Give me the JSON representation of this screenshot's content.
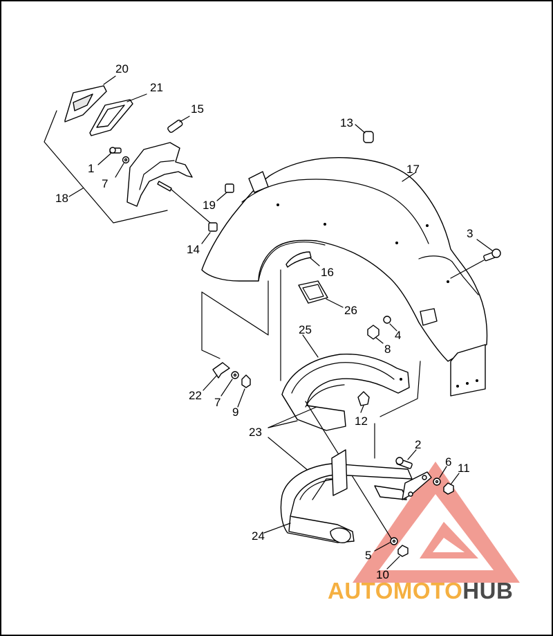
{
  "callouts": [
    {
      "id": "c1",
      "text": "1"
    },
    {
      "id": "c2",
      "text": "2"
    },
    {
      "id": "c3",
      "text": "3"
    },
    {
      "id": "c4",
      "text": "4"
    },
    {
      "id": "c5",
      "text": "5"
    },
    {
      "id": "c6",
      "text": "6"
    },
    {
      "id": "c7a",
      "text": "7"
    },
    {
      "id": "c7b",
      "text": "7"
    },
    {
      "id": "c8",
      "text": "8"
    },
    {
      "id": "c9",
      "text": "9"
    },
    {
      "id": "c10",
      "text": "10"
    },
    {
      "id": "c11",
      "text": "11"
    },
    {
      "id": "c12",
      "text": "12"
    },
    {
      "id": "c13",
      "text": "13"
    },
    {
      "id": "c14",
      "text": "14"
    },
    {
      "id": "c15",
      "text": "15"
    },
    {
      "id": "c16",
      "text": "16"
    },
    {
      "id": "c17",
      "text": "17"
    },
    {
      "id": "c18",
      "text": "18"
    },
    {
      "id": "c19",
      "text": "19"
    },
    {
      "id": "c20",
      "text": "20"
    },
    {
      "id": "c21",
      "text": "21"
    },
    {
      "id": "c22",
      "text": "22"
    },
    {
      "id": "c23",
      "text": "23"
    },
    {
      "id": "c24",
      "text": "24"
    },
    {
      "id": "c25",
      "text": "25"
    },
    {
      "id": "c26",
      "text": "26"
    }
  ],
  "watermark": {
    "part1": "AUTO",
    "part2": "MOTO",
    "part3": "HUB",
    "color1": "#f5b041",
    "color2": "#f5b041",
    "color3": "#4a4a4a",
    "logo_color": "#e74c3c"
  }
}
